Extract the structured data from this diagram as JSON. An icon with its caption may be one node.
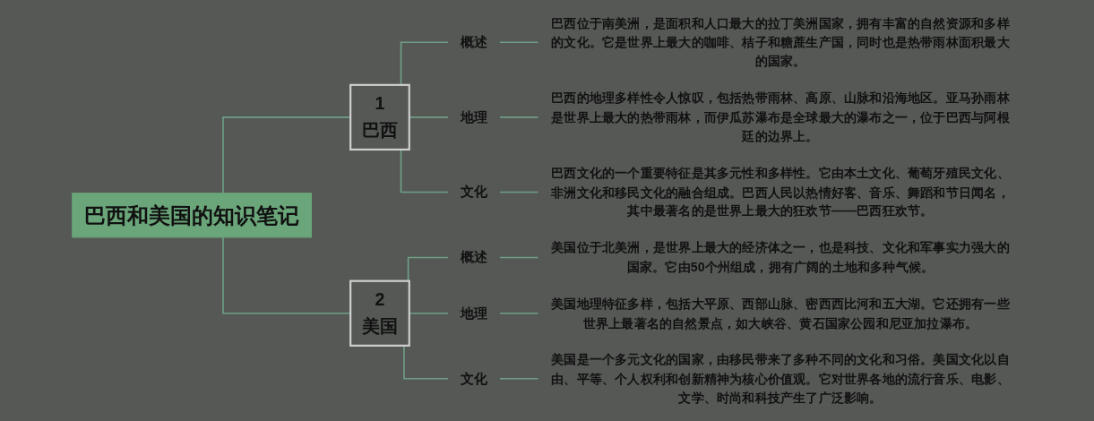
{
  "diagram": {
    "nodes": [
      {
        "text": [
          "巴西和美国的知识笔记"
        ]
      },
      {
        "text": [
          "1",
          "巴西"
        ]
      },
      {
        "text": [
          "概述"
        ]
      },
      {
        "text": [
          "巴西位于南美洲，是面积和人口最大的拉丁美洲国家，拥有丰富的自然资源和多样的文化。它是世界上最大的咖啡、桔子和糖蔗生产国，同时也是热带雨林面积最大的国家。"
        ]
      },
      {
        "text": [
          "地理"
        ]
      },
      {
        "text": [
          "巴西的地理多样性令人惊叹，包括热带雨林、高原、山脉和沿海地区。亚马孙雨林是世界上最大的热带雨林，而伊瓜苏瀑布是全球最大的瀑布之一，位于巴西与阿根廷的边界上。"
        ]
      },
      {
        "text": [
          "文化"
        ]
      },
      {
        "text": [
          "巴西文化的一个重要特征是其多元性和多样性。它由本土文化、葡萄牙殖民文化、非洲文化和移民文化的融合组成。巴西人民以热情好客、音乐、舞蹈和节日闻名，其中最著名的是世界上最大的狂欢节——巴西狂欢节。"
        ]
      },
      {
        "text": [
          "2",
          "美国"
        ]
      },
      {
        "text": [
          "概述"
        ]
      },
      {
        "text": [
          "美国位于北美洲，是世界上最大的经济体之一，也是科技、文化和军事实力强大的国家。它由50个州组成，拥有广阔的土地和多种气候。"
        ]
      },
      {
        "text": [
          "地理"
        ]
      },
      {
        "text": [
          "美国地理特征多样，包括大平原、西部山脉、密西西比河和五大湖。它还拥有一些世界上最著名的自然景点，如大峡谷、黄石国家公园和尼亚加拉瀑布。"
        ]
      },
      {
        "text": [
          "文化"
        ]
      },
      {
        "text": [
          "美国是一个多元文化的国家，由移民带来了多种不同的文化和习俗。美国文化以自由、平等、个人权利和创新精神为核心价值观。它对世界各地的流行音乐、电影、文学、时尚和科技产生了广泛影响。"
        ]
      }
    ],
    "edges": [
      {
        "from": 0,
        "to": 1,
        "arrow": "none"
      },
      {
        "from": 1,
        "to": 2,
        "arrow": "none"
      },
      {
        "from": 2,
        "to": 3,
        "arrow": "none"
      },
      {
        "from": 1,
        "to": 4,
        "arrow": "none"
      },
      {
        "from": 4,
        "to": 5,
        "arrow": "none"
      },
      {
        "from": 1,
        "to": 6,
        "arrow": "none"
      },
      {
        "from": 6,
        "to": 7,
        "arrow": "none"
      },
      {
        "from": 0,
        "to": 8,
        "arrow": "none"
      },
      {
        "from": 8,
        "to": 9,
        "arrow": "none"
      },
      {
        "from": 9,
        "to": 10,
        "arrow": "none"
      },
      {
        "from": 8,
        "to": 11,
        "arrow": "none"
      },
      {
        "from": 11,
        "to": 12,
        "arrow": "none"
      },
      {
        "from": 8,
        "to": 13,
        "arrow": "none"
      },
      {
        "from": 13,
        "to": 14,
        "arrow": "none"
      }
    ]
  }
}
